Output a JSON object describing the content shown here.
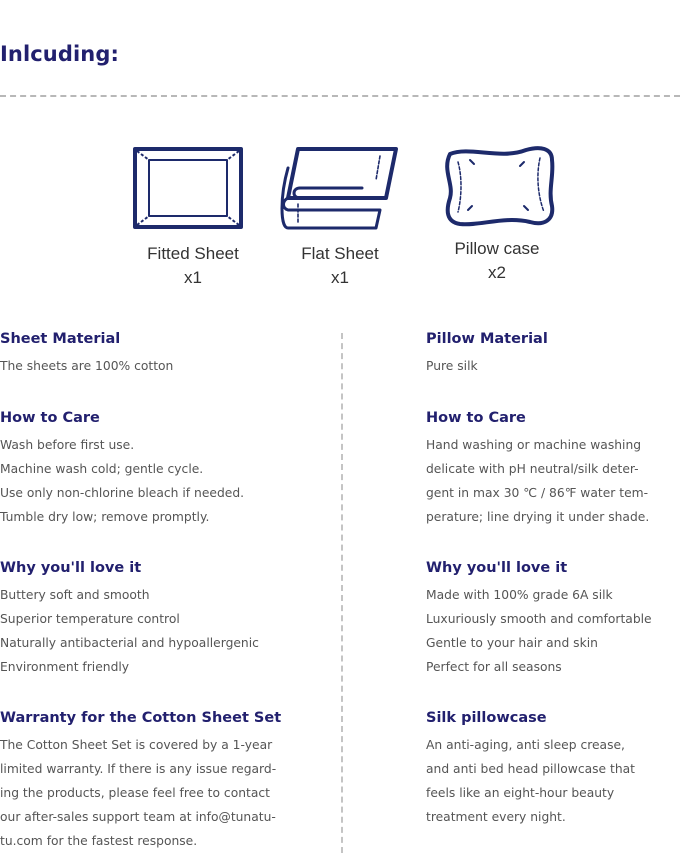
{
  "title": "Inlcuding:",
  "items": [
    {
      "name": "Fitted Sheet",
      "qty": "x1",
      "icon": "fitted-sheet-icon"
    },
    {
      "name": "Flat Sheet",
      "qty": "x1",
      "icon": "flat-sheet-icon"
    },
    {
      "name": "Pillow case",
      "qty": "x2",
      "icon": "pillow-case-icon"
    }
  ],
  "colors": {
    "heading": "#22206e",
    "icon": "#1d2a6b",
    "body": "#555555",
    "divider": "#b8b8b8"
  },
  "left": {
    "material": {
      "heading": "Sheet Material",
      "lines": [
        "The sheets are 100% cotton"
      ]
    },
    "care": {
      "heading": "How to Care",
      "lines": [
        "Wash before first use.",
        "Machine wash cold; gentle cycle.",
        "Use only non-chlorine bleach if needed.",
        "Tumble dry low; remove promptly."
      ]
    },
    "love": {
      "heading": "Why you'll love it",
      "lines": [
        "Buttery soft and smooth",
        "Superior temperature control",
        "Naturally antibacterial and hypoallergenic",
        "Environment friendly"
      ]
    },
    "warranty": {
      "heading": "Warranty for the Cotton Sheet Set",
      "lines": [
        "The Cotton Sheet Set is covered by a 1-year",
        "limited warranty. If there is any issue regard-",
        "ing the products, please feel free to contact",
        "our after-sales support team at info@tunatu-",
        "tu.com for the fastest response."
      ]
    }
  },
  "right": {
    "material": {
      "heading": "Pillow Material",
      "lines": [
        "Pure silk"
      ]
    },
    "care": {
      "heading": "How to Care",
      "lines": [
        "Hand washing or machine washing",
        "delicate with pH neutral/silk deter-",
        "gent in max 30 ℃ / 86℉ water tem-",
        "perature; line drying it under shade."
      ]
    },
    "love": {
      "heading": "Why you'll love it",
      "lines": [
        "Made with 100% grade 6A silk",
        "Luxuriously smooth and comfortable",
        "Gentle to your hair and skin",
        "Perfect for all seasons"
      ]
    },
    "silk": {
      "heading": "Silk pillowcase",
      "lines": [
        "An anti-aging, anti sleep crease,",
        "and anti bed head pillowcase that",
        "feels like an eight-hour beauty",
        "treatment every night."
      ]
    }
  }
}
